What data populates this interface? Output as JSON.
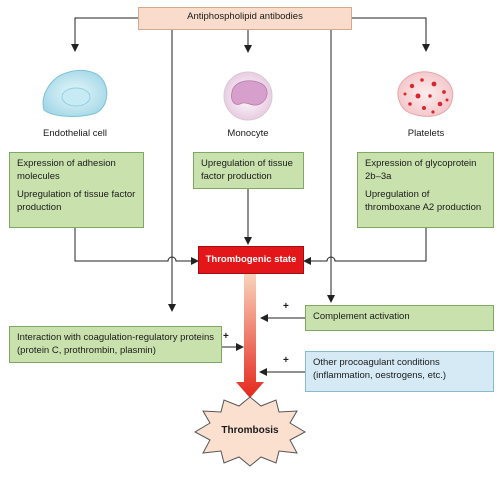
{
  "source": {
    "label": "Antiphospholipid antibodies"
  },
  "cells": [
    {
      "name": "Endothelial cell"
    },
    {
      "name": "Monocyte"
    },
    {
      "name": "Platelets"
    }
  ],
  "effects": {
    "endothelial": [
      "Expression of adhesion molecules",
      "Upregulation of tissue factor production"
    ],
    "monocyte": [
      "Upregulation of tissue factor production"
    ],
    "platelets": [
      "Expression of glycoprotein 2b–3a",
      "Upregulation of thromboxane A2 production"
    ]
  },
  "center": {
    "label": "Thrombogenic state"
  },
  "side_factors": {
    "coagulation": "Interaction with coagulation-regulatory proteins (protein C, prothrombin, plasmin)",
    "complement": "Complement activation",
    "other": "Other procoagulant conditions (inflammation, oestrogens, etc.)"
  },
  "plus_sign": "+",
  "outcome": {
    "label": "Thrombosis"
  },
  "colors": {
    "green_box": "#c9e2ad",
    "blue_box": "#d5eaf4",
    "peach_box": "#f9dccb",
    "red_box": "#e3161a",
    "arrow_gradient_top": "#f7c7a8",
    "arrow_gradient_bottom": "#e4281c"
  }
}
